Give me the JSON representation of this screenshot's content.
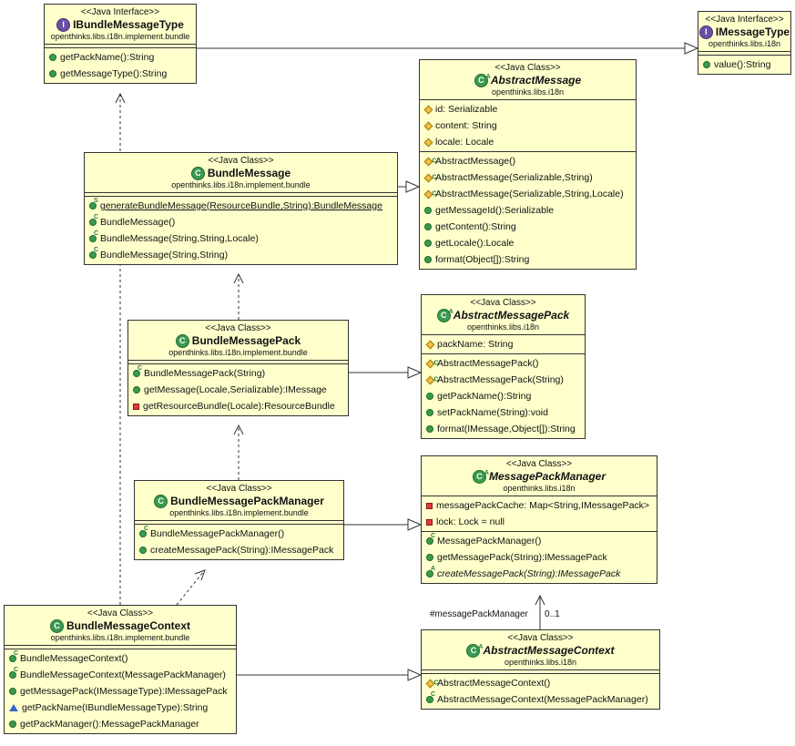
{
  "classes": {
    "IBundleMessageType": {
      "stereotype": "<<Java Interface>>",
      "name": "IBundleMessageType",
      "package": "openthinks.libs.i18n.implement.bundle",
      "methods": [
        {
          "vis": "pub",
          "text": "getPackName():String"
        },
        {
          "vis": "pub",
          "text": "getMessageType():String"
        }
      ]
    },
    "IMessageType": {
      "stereotype": "<<Java Interface>>",
      "name": "IMessageType",
      "package": "openthinks.libs.i18n",
      "methods": [
        {
          "vis": "pub",
          "text": "value():String"
        }
      ]
    },
    "AbstractMessage": {
      "stereotype": "<<Java Class>>",
      "name": "AbstractMessage",
      "package": "openthinks.libs.i18n",
      "fields": [
        {
          "vis": "prot",
          "text": "id: Serializable"
        },
        {
          "vis": "prot",
          "text": "content: String"
        },
        {
          "vis": "prot",
          "text": "locale: Locale"
        }
      ],
      "methods": [
        {
          "vis": "prot",
          "text": "AbstractMessage()",
          "sup": "C"
        },
        {
          "vis": "prot",
          "text": "AbstractMessage(Serializable,String)",
          "sup": "C"
        },
        {
          "vis": "prot",
          "text": "AbstractMessage(Serializable,String,Locale)",
          "sup": "C"
        },
        {
          "vis": "pub",
          "text": "getMessageId():Serializable"
        },
        {
          "vis": "pub",
          "text": "getContent():String"
        },
        {
          "vis": "pub",
          "text": "getLocale():Locale"
        },
        {
          "vis": "pub",
          "text": "format(Object[]):String"
        }
      ]
    },
    "BundleMessage": {
      "stereotype": "<<Java Class>>",
      "name": "BundleMessage",
      "package": "openthinks.libs.i18n.implement.bundle",
      "methods": [
        {
          "vis": "pub",
          "text": "generateBundleMessage(ResourceBundle,String):BundleMessage",
          "sup": "S",
          "static": true
        },
        {
          "vis": "pub",
          "text": "BundleMessage()",
          "sup": "C"
        },
        {
          "vis": "pub",
          "text": "BundleMessage(String,String,Locale)",
          "sup": "C"
        },
        {
          "vis": "pub",
          "text": "BundleMessage(String,String)",
          "sup": "C"
        }
      ]
    },
    "AbstractMessagePack": {
      "stereotype": "<<Java Class>>",
      "name": "AbstractMessagePack",
      "package": "openthinks.libs.i18n",
      "fields": [
        {
          "vis": "prot",
          "text": "packName: String"
        }
      ],
      "methods": [
        {
          "vis": "prot",
          "text": "AbstractMessagePack()",
          "sup": "C"
        },
        {
          "vis": "prot",
          "text": "AbstractMessagePack(String)",
          "sup": "C"
        },
        {
          "vis": "pub",
          "text": "getPackName():String"
        },
        {
          "vis": "pub",
          "text": "setPackName(String):void"
        },
        {
          "vis": "pub",
          "text": "format(IMessage,Object[]):String"
        }
      ]
    },
    "BundleMessagePack": {
      "stereotype": "<<Java Class>>",
      "name": "BundleMessagePack",
      "package": "openthinks.libs.i18n.implement.bundle",
      "methods": [
        {
          "vis": "pub",
          "text": "BundleMessagePack(String)",
          "sup": "C"
        },
        {
          "vis": "pub",
          "text": "getMessage(Locale,Serializable):IMessage"
        },
        {
          "vis": "priv",
          "text": "getResourceBundle(Locale):ResourceBundle"
        }
      ]
    },
    "MessagePackManager": {
      "stereotype": "<<Java Class>>",
      "name": "MessagePackManager",
      "package": "openthinks.libs.i18n",
      "fields": [
        {
          "vis": "priv",
          "text": "messagePackCache: Map<String,IMessagePack>"
        },
        {
          "vis": "priv",
          "text": "lock: Lock = null"
        }
      ],
      "methods": [
        {
          "vis": "pub",
          "text": "MessagePackManager()",
          "sup": "C"
        },
        {
          "vis": "pub",
          "text": "getMessagePack(String):IMessagePack"
        },
        {
          "vis": "pub",
          "text": "createMessagePack(String):IMessagePack",
          "sup": "A",
          "italic": true
        }
      ]
    },
    "BundleMessagePackManager": {
      "stereotype": "<<Java Class>>",
      "name": "BundleMessagePackManager",
      "package": "openthinks.libs.i18n.implement.bundle",
      "methods": [
        {
          "vis": "pub",
          "text": "BundleMessagePackManager()",
          "sup": "C"
        },
        {
          "vis": "pub",
          "text": "createMessagePack(String):IMessagePack"
        }
      ]
    },
    "BundleMessageContext": {
      "stereotype": "<<Java Class>>",
      "name": "BundleMessageContext",
      "package": "openthinks.libs.i18n.implement.bundle",
      "methods": [
        {
          "vis": "pub",
          "text": "BundleMessageContext()",
          "sup": "C"
        },
        {
          "vis": "pub",
          "text": "BundleMessageContext(MessagePackManager)",
          "sup": "C"
        },
        {
          "vis": "pub",
          "text": "getMessagePack(IMessageType):IMessagePack"
        },
        {
          "vis": "pkg",
          "text": "getPackName(IBundleMessageType):String"
        },
        {
          "vis": "pub",
          "text": "getPackManager():MessagePackManager"
        }
      ]
    },
    "AbstractMessageContext": {
      "stereotype": "<<Java Class>>",
      "name": "AbstractMessageContext",
      "package": "openthinks.libs.i18n",
      "methods": [
        {
          "vis": "prot",
          "text": "AbstractMessageContext()",
          "sup": "C"
        },
        {
          "vis": "pub",
          "text": "AbstractMessageContext(MessagePackManager)",
          "sup": "C"
        }
      ]
    }
  },
  "association": {
    "role": "#messagePackManager",
    "multiplicity": "0..1"
  }
}
